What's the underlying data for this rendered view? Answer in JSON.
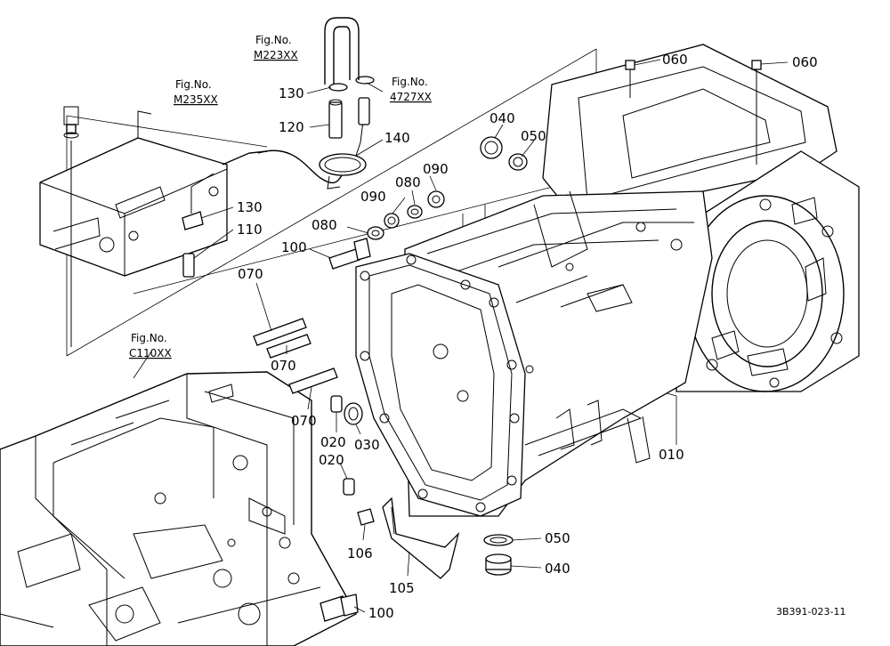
{
  "fig_refs": {
    "m223": {
      "fig": "Fig.No.",
      "code": "M223XX"
    },
    "m235": {
      "fig": "Fig.No.",
      "code": "M235XX"
    },
    "f4727": {
      "fig": "Fig.No.",
      "code": "4727XX"
    },
    "c110": {
      "fig": "Fig.No.",
      "code": "C110XX"
    }
  },
  "callouts": {
    "c060a": "060",
    "c060b": "060",
    "c040a": "040",
    "c050a": "050",
    "c090a": "090",
    "c090b": "090",
    "c080a": "080",
    "c080b": "080",
    "c100a": "100",
    "c130a": "130",
    "c120": "120",
    "c140": "140",
    "c130b": "130",
    "c110": "110",
    "c070a": "070",
    "c070b": "070",
    "c070c": "070",
    "c020a": "020",
    "c030": "030",
    "c020b": "020",
    "c010": "010",
    "c106": "106",
    "c105": "105",
    "c050b": "050",
    "c040b": "040",
    "c100b": "100"
  },
  "drawing_code": "3B391-023-11"
}
